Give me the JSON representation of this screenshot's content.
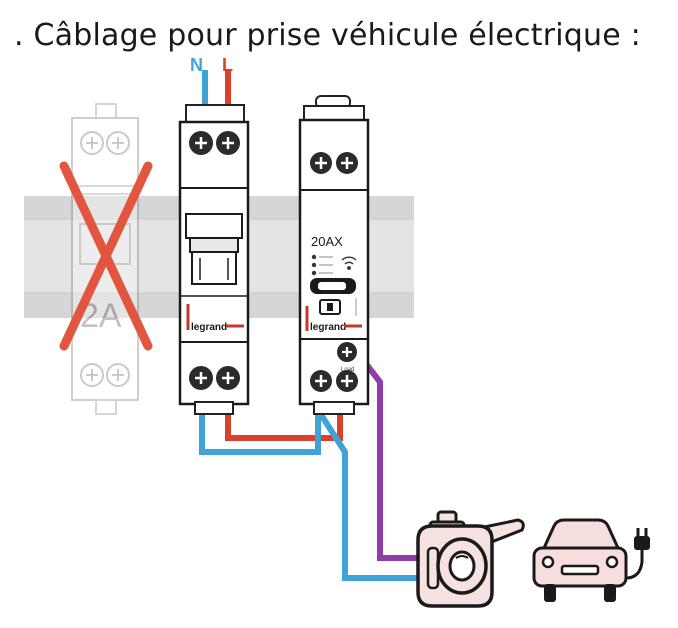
{
  "title": ". Câblage pour prise véhicule électrique :",
  "wire_labels": {
    "neutral": "N",
    "live": "L"
  },
  "disabled_module": {
    "rating": "2A"
  },
  "breaker": {
    "brand": "legrand"
  },
  "contactor": {
    "rating": "20AX",
    "brand": "legrand",
    "terminal_label": "Load"
  },
  "colors": {
    "neutral_wire": "#3fa3d6",
    "live_wire": "#d9412b",
    "load_wire": "#8e3fa7",
    "cross": "#e2553e",
    "brand_line": "#c0392b",
    "din_rail": "#d3d3d3",
    "socket_fill": "#f7e2e2",
    "car_fill": "#f6dede"
  },
  "icons": [
    "ev-socket-icon",
    "electric-car-icon",
    "wifi-icon"
  ]
}
